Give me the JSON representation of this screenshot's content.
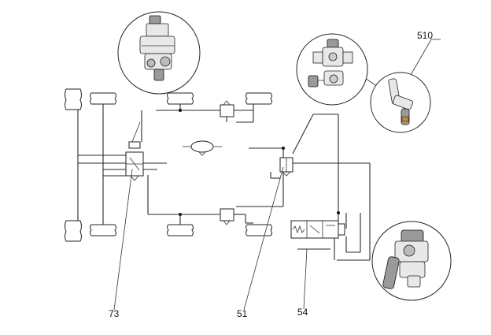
{
  "callouts": {
    "c510": "510",
    "c73": "73",
    "c51": "51",
    "c54": "54"
  },
  "icons": [
    "levelling-valve-photo-icon",
    "height-sensor-photo-icon",
    "solenoid-valve-photo-icon",
    "valve-block-photo-icon",
    "air-tank-icon",
    "air-bellow-icon"
  ],
  "colors": {
    "line": "#2a2a2a",
    "background": "#ffffff"
  }
}
